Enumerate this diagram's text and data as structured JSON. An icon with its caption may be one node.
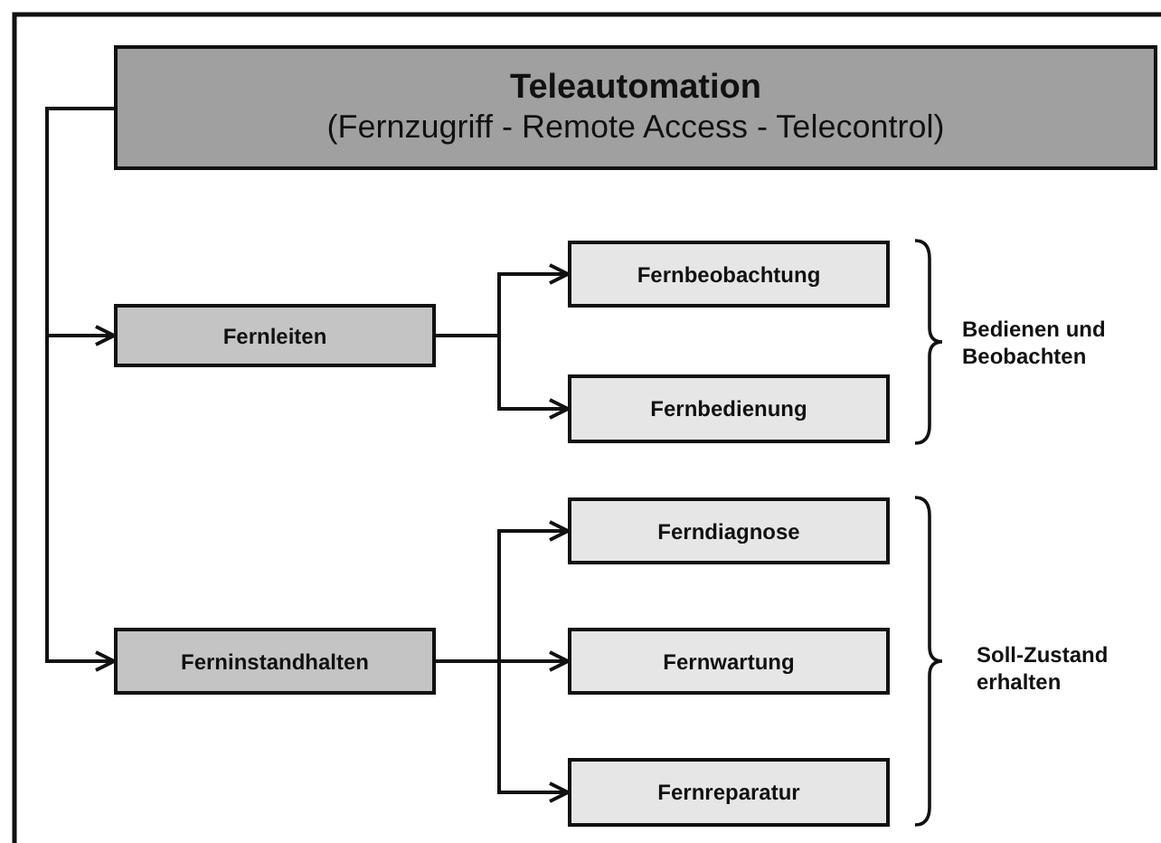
{
  "diagram": {
    "nodes": [
      {
        "text": [
          "Teleautomation",
          "(Fernzugriff - Remote Access - Telecontrol)"
        ]
      },
      {
        "text": [
          "Fernleiten"
        ]
      },
      {
        "text": [
          "Fernbeobachtung"
        ]
      },
      {
        "text": [
          "Fernbedienung"
        ]
      },
      {
        "text": [
          "Ferninstandhalten"
        ]
      },
      {
        "text": [
          "Ferndiagnose"
        ]
      },
      {
        "text": [
          "Fernwartung"
        ]
      },
      {
        "text": [
          "Fernreparatur"
        ]
      }
    ],
    "edges": [
      {
        "from": 0,
        "to": 1,
        "arrow": "to"
      },
      {
        "from": 0,
        "to": 4,
        "arrow": "to"
      },
      {
        "from": 1,
        "to": 2,
        "arrow": "to"
      },
      {
        "from": 1,
        "to": 3,
        "arrow": "to"
      },
      {
        "from": 4,
        "to": 5,
        "arrow": "to"
      },
      {
        "from": 4,
        "to": 6,
        "arrow": "to"
      },
      {
        "from": 4,
        "to": 7,
        "arrow": "to"
      }
    ],
    "labels": [
      "Bedienen und Beobachten",
      "Soll-Zustand erhalten"
    ]
  }
}
